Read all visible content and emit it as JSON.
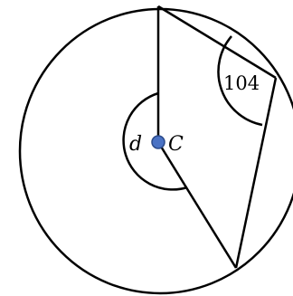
{
  "diagram": {
    "angle_label": "104",
    "arc_label": "d",
    "center_label": "C",
    "colors": {
      "stroke": "#000000",
      "center_point": "#4a72c4",
      "center_point_outline": "#2b4a8a",
      "background": "#ffffff"
    }
  }
}
